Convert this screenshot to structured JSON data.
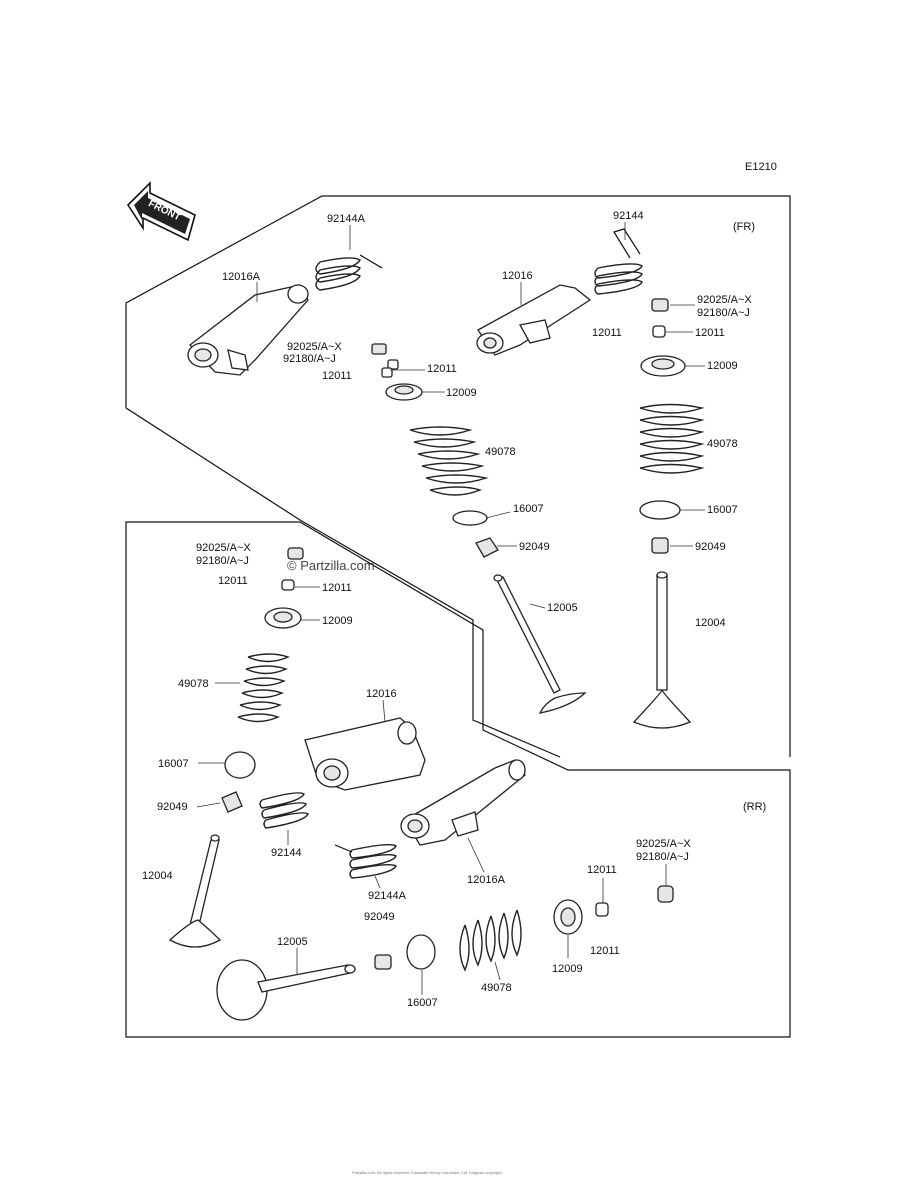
{
  "diagram_code": "E1210",
  "watermark": "© Partzilla.com",
  "front_label": "FRONT",
  "copyright": "Partzilla.com. All rights reserved. Kawasaki Heavy Industries, Ltd. Diagram copyright.",
  "sections": {
    "front": "(FR)",
    "rear": "(RR)"
  },
  "labels": {
    "fr_92144A": "92144A",
    "fr_12016A": "12016A",
    "fr_92025_l": "92025/A~X",
    "fr_92180_l": "92180/A~J",
    "fr_12011_l_a": "12011",
    "fr_12011_l_b": "12011",
    "fr_12009_l": "12009",
    "fr_49078_l": "49078",
    "fr_16007_l": "16007",
    "fr_92049_l": "92049",
    "fr_12005": "12005",
    "fr_92144": "92144",
    "fr_12016": "12016",
    "fr_92025_r": "92025/A~X",
    "fr_92180_r": "92180/A~J",
    "fr_12011_r_a": "12011",
    "fr_12011_r_b": "12011",
    "fr_12009_r": "12009",
    "fr_49078_r": "49078",
    "fr_16007_r": "16007",
    "fr_92049_r": "92049",
    "fr_12004": "12004",
    "rr_92025_l": "92025/A~X",
    "rr_92180_l": "92180/A~J",
    "rr_12011_l_a": "12011",
    "rr_12011_l_b": "12011",
    "rr_12009_l": "12009",
    "rr_49078_l": "49078",
    "rr_16007_l": "16007",
    "rr_92049_l": "92049",
    "rr_12016": "12016",
    "rr_92144": "92144",
    "rr_12004": "12004",
    "rr_92144A": "92144A",
    "rr_12016A": "12016A",
    "rr_92049_b": "92049",
    "rr_12005": "12005",
    "rr_16007_b": "16007",
    "rr_49078_b": "49078",
    "rr_12009_b": "12009",
    "rr_12011_b_a": "12011",
    "rr_12011_b_b": "12011",
    "rr_92025_b": "92025/A~X",
    "rr_92180_b": "92180/A~J"
  }
}
